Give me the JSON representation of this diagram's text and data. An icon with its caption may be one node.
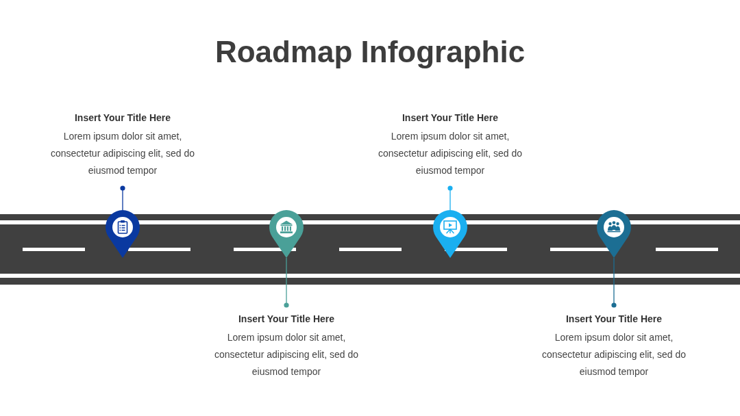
{
  "diagram": {
    "title": "Roadmap Infographic",
    "nodes": [
      {
        "text": [
          "Insert Your Title Here",
          "Lorem ipsum dolor sit amet, consectetur adipiscing elit, sed do eiusmod tempor"
        ]
      },
      {
        "text": [],
        "shape": "pin"
      },
      {
        "text": [],
        "shape": "pin"
      },
      {
        "text": [
          "Insert Your Title Here",
          "Lorem ipsum dolor sit amet, consectetur adipiscing elit, sed do eiusmod tempor"
        ]
      },
      {
        "text": [
          "Insert Your Title Here",
          "Lorem ipsum dolor sit amet, consectetur adipiscing elit, sed do eiusmod tempor"
        ]
      },
      {
        "text": [],
        "shape": "pin"
      },
      {
        "text": [],
        "shape": "pin"
      },
      {
        "text": [
          "Insert Your Title Here",
          "Lorem ipsum dolor sit amet, consectetur adipiscing elit, sed do eiusmod tempor"
        ]
      }
    ],
    "edges": [
      {
        "from": 0,
        "to": 1,
        "arrow": "other",
        "color": "#0a39a0"
      },
      {
        "from": 3,
        "to": 2,
        "arrow": "other",
        "color": "#4aa098"
      },
      {
        "from": 4,
        "to": 5,
        "arrow": "other",
        "color": "#1aaff0"
      },
      {
        "from": 7,
        "to": 6,
        "arrow": "other",
        "color": "#1c6e93"
      }
    ]
  }
}
